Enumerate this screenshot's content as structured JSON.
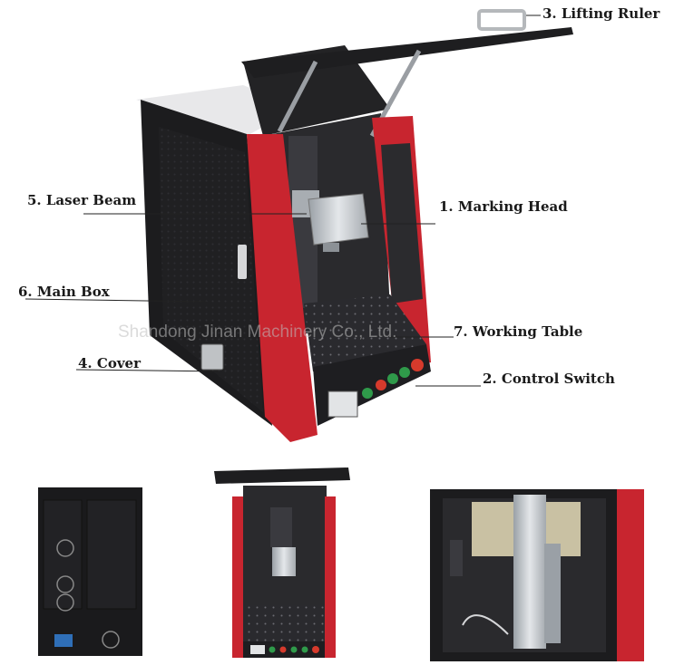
{
  "labels": {
    "lifting_ruler": "3. Lifting  Ruler",
    "marking_head": "1. Marking Head",
    "laser_beam": "5. Laser Beam",
    "main_box": "6. Main Box",
    "working_table": "7. Working Table",
    "cover": "4. Cover",
    "control_switch": "2. Control Switch"
  },
  "watermark": "Shandong Jinan Machinery Co., Ltd.",
  "colors": {
    "cabinet_black": "#1d1d1f",
    "panel_red": "#c8252f",
    "metal_silver": "#c9cdd2",
    "button_green": "#2f9a4a",
    "button_red": "#d63a2c"
  }
}
